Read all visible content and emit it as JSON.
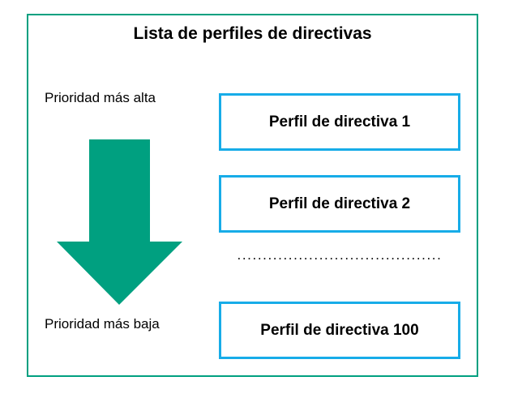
{
  "diagram": {
    "title": "Lista de perfiles de directivas",
    "frame_color": "#00a080",
    "box_border_color": "#17ace8",
    "arrow_color": "#00a080",
    "text_color": "#000000"
  },
  "priority": {
    "high_label": "Prioridad más alta",
    "low_label": "Prioridad más baja",
    "arrow_icon": "arrow-down-icon",
    "arrow_direction": "down"
  },
  "profiles": [
    {
      "label": "Perfil de directiva 1"
    },
    {
      "label": "Perfil de directiva 2"
    },
    {
      "label": "Perfil de directiva 100"
    }
  ],
  "ellipsis": {
    "text": "........................................"
  }
}
